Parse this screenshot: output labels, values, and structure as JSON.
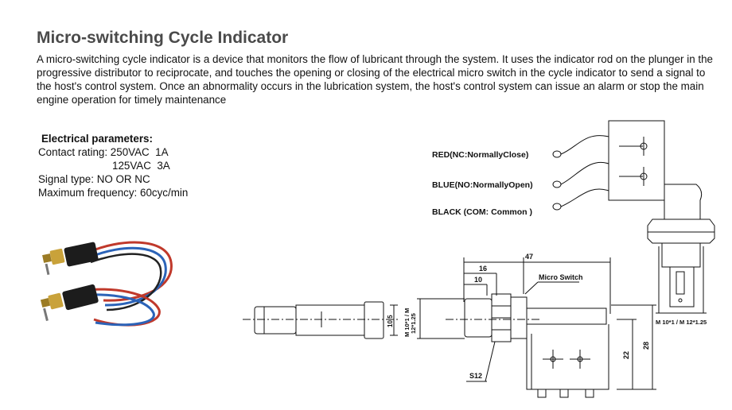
{
  "title": "Micro-switching Cycle Indicator",
  "description": "A micro-switching cycle indicator is a device that monitors the flow of lubricant through the system. It uses the indicator rod on the plunger in the progressive distributor to reciprocate, and touches the opening or closing of the electrical micro switch in the cycle indicator to send a signal to the host's control system. Once an abnormality occurs in the lubrication system, the host's control system can issue an alarm or stop the main engine operation for timely maintenance",
  "params": {
    "heading": "Electrical parameters:",
    "contact_rating_1": "Contact rating: 250VAC  1A",
    "contact_rating_2": "                         125VAC  3A",
    "signal_type": "Signal type: NO OR NC",
    "max_frequency": "Maximum frequency: 60cyc/min"
  },
  "drawing": {
    "wire_red": "RED(NC:NormallyClose)",
    "wire_blue": "BLUE(NO:NormallyOpen)",
    "wire_black": "BLACK (COM: Common )",
    "dim_47": "47",
    "dim_16": "16",
    "dim_10": "10",
    "micro_switch": "Micro Switch",
    "dim_10_5": "10.5",
    "thread_left_1": "M 10*1 / M",
    "thread_left_2": "12*1.25",
    "thread_right": "M 10*1 / M 12*1.25",
    "dim_22": "22",
    "dim_28": "28",
    "s12": "S12"
  },
  "colors": {
    "title": "#4a4a4a",
    "wire_red": "#c0392b",
    "wire_blue": "#2b63b8",
    "wire_black": "#222222",
    "switch_body": "#1c1c1c",
    "brass": "#c9a23a"
  }
}
